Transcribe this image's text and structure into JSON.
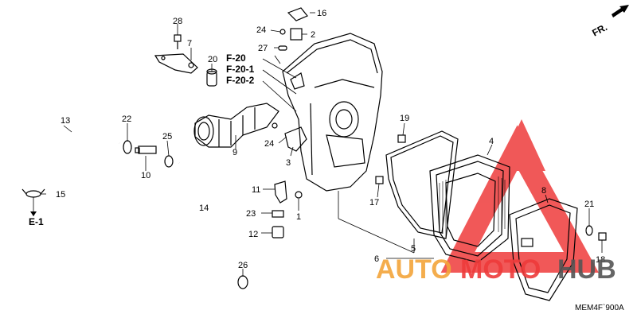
{
  "labels": {
    "p1": "1",
    "p2": "2",
    "p3": "3",
    "p4": "4",
    "p5": "5",
    "p6": "6",
    "p7": "7",
    "p8": "8",
    "p9": "9",
    "p10": "10",
    "p11": "11",
    "p12": "12",
    "p13": "13",
    "p14": "14",
    "p15": "15",
    "p16": "16",
    "p17": "17",
    "p18": "18",
    "p19": "19",
    "p20": "20",
    "p21": "21",
    "p22": "22",
    "p23": "23",
    "p24a": "24",
    "p24b": "24",
    "p25": "25",
    "p26": "26",
    "p27": "27",
    "p28": "28"
  },
  "refs": {
    "f20": "F-20",
    "f201": "F-20-1",
    "f202": "F-20-2",
    "e1": "E-1"
  },
  "direction": "FR.",
  "diagram_code": "MEM4F`900A",
  "watermark": {
    "auto": "AUTO",
    "moto": "MOTO",
    "hub": "HUB"
  },
  "colors": {
    "watermark_red": "#ee3b3b",
    "watermark_orange": "#f3a53a",
    "watermark_grey": "#555555"
  }
}
